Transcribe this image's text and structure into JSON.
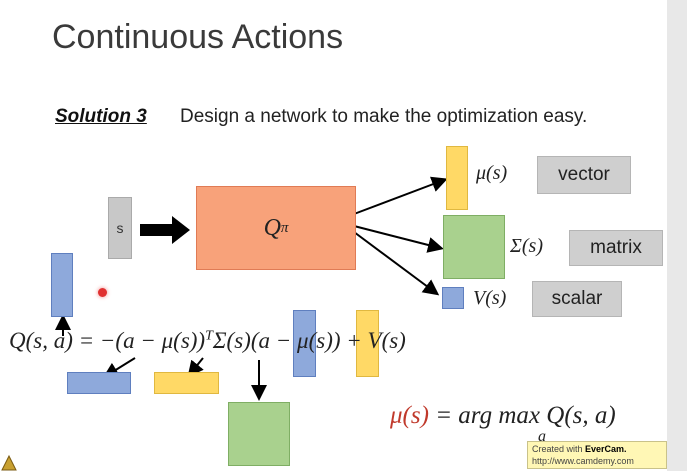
{
  "slide": {
    "title": "Continuous Actions",
    "solution_label": "Solution 3",
    "solution_text": "Design a network to make the optimization easy."
  },
  "network": {
    "input_label": "s",
    "q_label": "Q",
    "q_superscript": "π",
    "outputs": [
      {
        "symbol": "μ(s)",
        "tag": "vector"
      },
      {
        "symbol": "Σ(s)",
        "tag": "matrix"
      },
      {
        "symbol": "V(s)",
        "tag": "scalar"
      }
    ]
  },
  "equation": {
    "lhs": "Q(s, a)",
    "rhs_part1": "= −(a − μ(s))",
    "rhs_sup": "T",
    "rhs_part2": "Σ(s)(",
    "rhs_a": "a",
    "rhs_minus": " − μ(",
    "rhs_s": "s",
    "rhs_part3": ")) + V(s)"
  },
  "argmax": {
    "mu": "μ(s)",
    "rest": " = arg max Q(s, a)",
    "sub": "a"
  },
  "watermark": {
    "line1_prefix": "Created with ",
    "line1_brand": "EverCam.",
    "line2": "http://www.camdemy.com"
  },
  "colors": {
    "blue": "#8ea9db",
    "yellow": "#ffd966",
    "green": "#a9d18e",
    "orange": "#f8a27a",
    "gray": "#cfcfcf",
    "red_dot": "#e03030",
    "mu_red": "#c0392b"
  }
}
